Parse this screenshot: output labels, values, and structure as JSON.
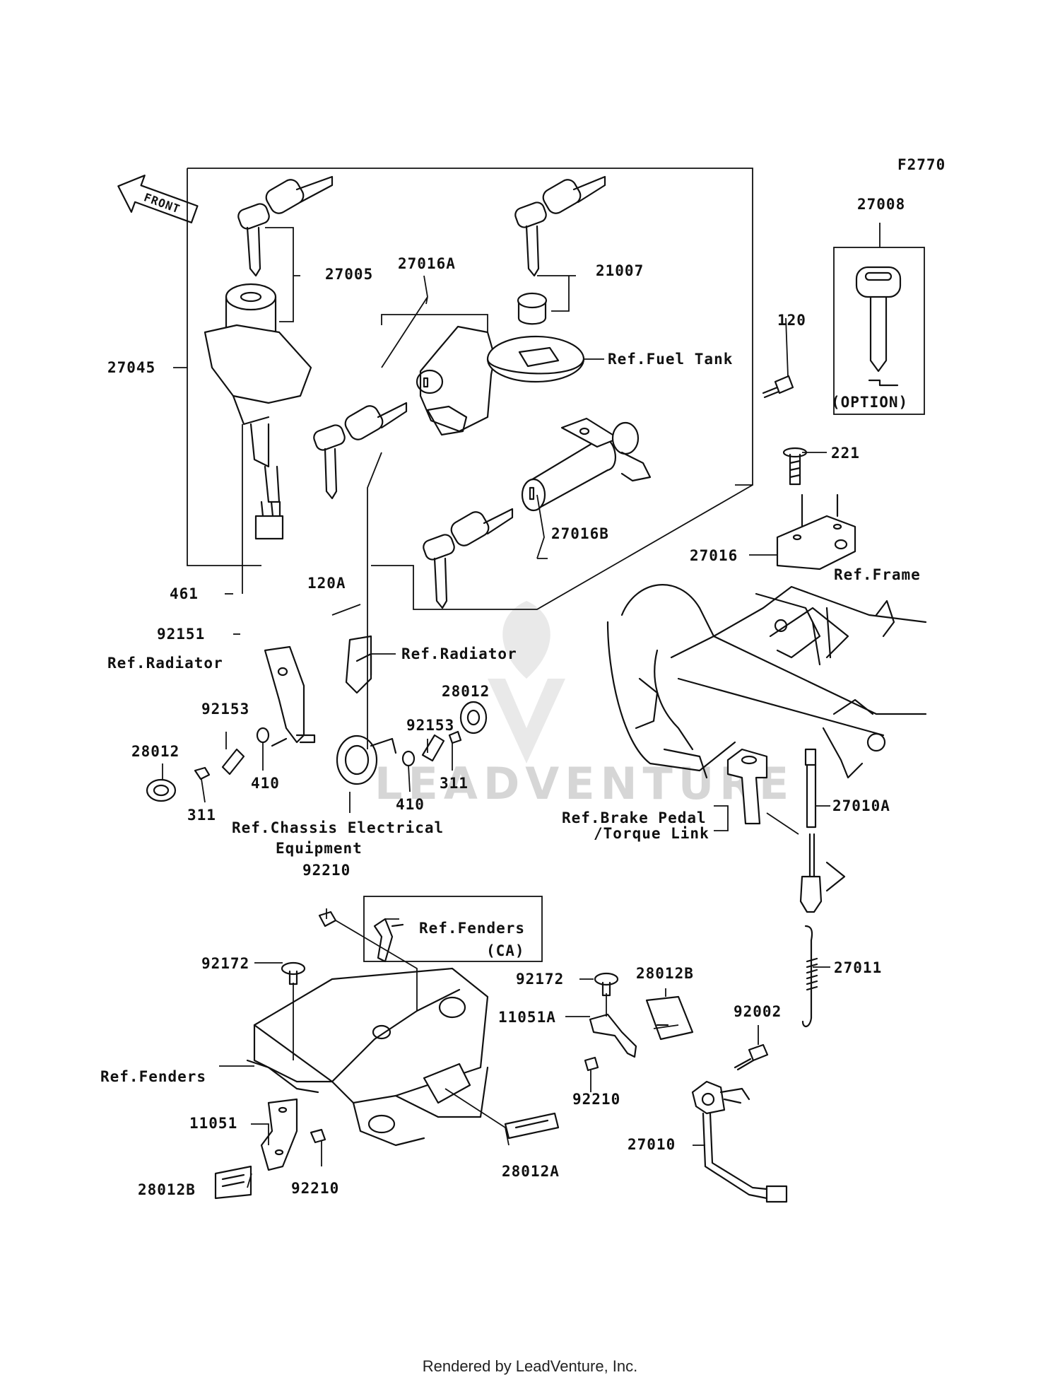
{
  "diagram": {
    "code": "F2770",
    "direction_arrow": "FRONT",
    "watermark": "LEADVENTURE",
    "footer": "Rendered by LeadVenture, Inc."
  },
  "part_numbers": {
    "p27005": "27005",
    "p27016A": "27016A",
    "p21007": "21007",
    "p27008": "27008",
    "p120": "120",
    "p27045": "27045",
    "p221": "221",
    "p27016B": "27016B",
    "p27016": "27016",
    "p461": "461",
    "p120A": "120A",
    "p92151": "92151",
    "p28012_r": "28012",
    "p92153_r": "92153",
    "p92153_l": "92153",
    "p28012_l": "28012",
    "p410_l": "410",
    "p311_l": "311",
    "p311_r": "311",
    "p410_r": "410",
    "p27010A": "27010A",
    "p92210_top": "92210",
    "p92172_l": "92172",
    "p92172_r": "92172",
    "p28012B_r": "28012B",
    "p27011": "27011",
    "p11051A": "11051A",
    "p92002": "92002",
    "p92210_mid": "92210",
    "p11051": "11051",
    "p27010": "27010",
    "p28012A": "28012A",
    "p28012B_l": "28012B",
    "p92210_bot": "92210"
  },
  "references": {
    "fuel_tank": "Ref.Fuel Tank",
    "radiator_right": "Ref.Radiator",
    "radiator_left": "Ref.Radiator",
    "frame": "Ref.Frame",
    "chassis_electrical_1": "Ref.Chassis Electrical",
    "chassis_electrical_2": "Equipment",
    "brake_pedal_1": "Ref.Brake Pedal",
    "brake_pedal_2": "/Torque Link",
    "fenders_top": "Ref.Fenders",
    "fenders_ca": "(CA)",
    "fenders_left": "Ref.Fenders",
    "option": "(OPTION)"
  }
}
